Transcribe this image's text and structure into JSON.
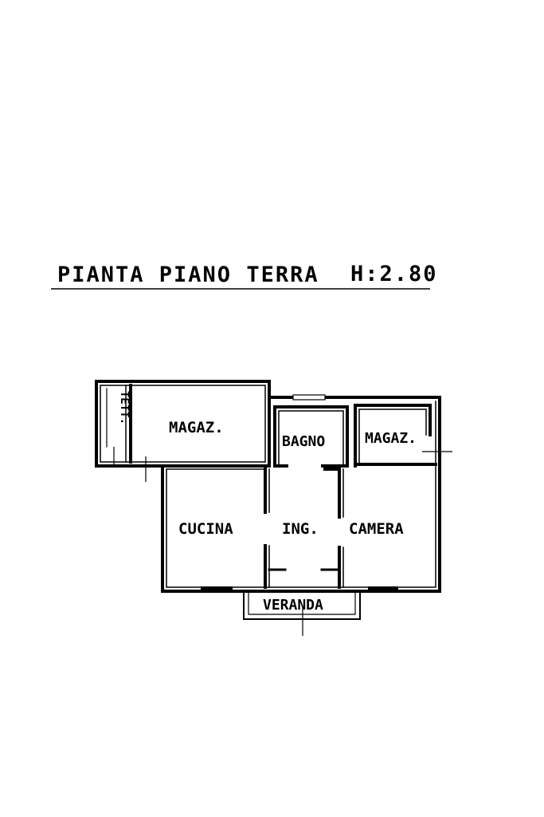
{
  "title": "PIANTA PIANO TERRA",
  "height_label": "H:2.80",
  "rooms": {
    "tett": "TETT.",
    "magaz_left": "MAGAZ.",
    "bagno": "BAGNO",
    "magaz_right": "MAGAZ.",
    "cucina": "CUCINA",
    "ingresso": "ING.",
    "camera": "CAMERA",
    "veranda": "VERANDA"
  },
  "colors": {
    "ink": "#000000",
    "paper": "#ffffff"
  }
}
